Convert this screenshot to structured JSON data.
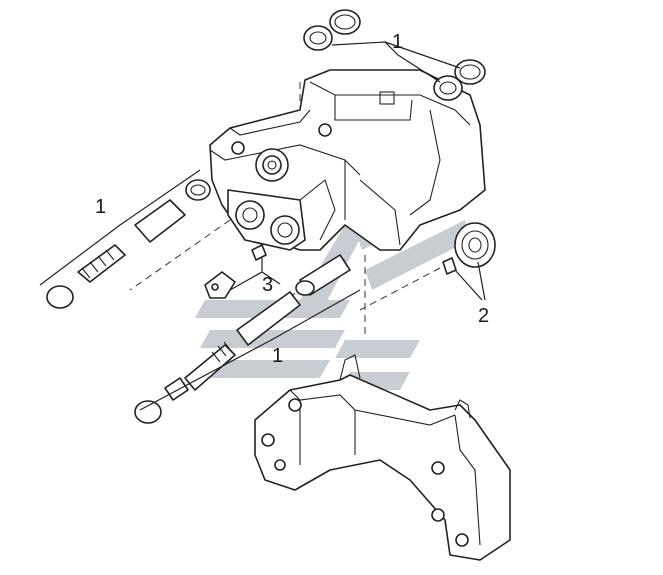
{
  "diagram": {
    "callouts": {
      "seal_kit_top": "1",
      "guide_kit_left": "1",
      "guide_kit_center": "1",
      "bushing_right": "2",
      "caps_center": "3"
    },
    "colors": {
      "line": "#222222",
      "watermark": "#bfc4cc",
      "background": "#ffffff"
    }
  }
}
